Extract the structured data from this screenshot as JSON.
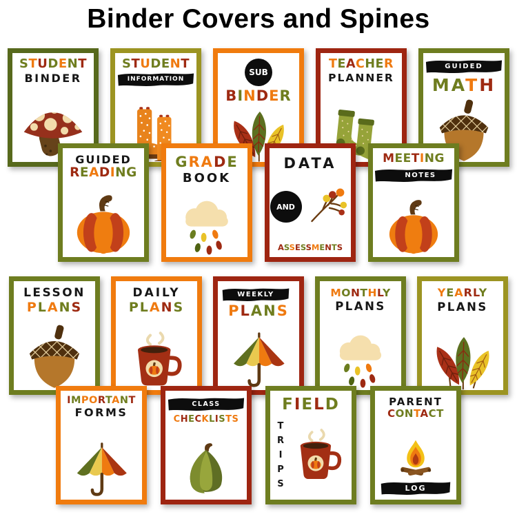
{
  "page_title": "Binder Covers and Spines",
  "palette": {
    "olive": "#6f7d1f",
    "orange": "#ef7a10",
    "darkred": "#9e2a12",
    "black_text": "#161616",
    "banner_black": "#0d0d0d",
    "border_olive_dark": "#57691c",
    "border_olive": "#6e7d20",
    "border_olive_light": "#9c9422",
    "border_orange": "#f07b0e",
    "border_darkred": "#9e2511",
    "cream": "#f2dcab",
    "brown": "#5f3a14",
    "tan": "#b5772b",
    "yellow": "#e9c227"
  },
  "rows": [
    {
      "cards": [
        {
          "id": "student-binder",
          "border": "border_olive_dark",
          "illustration": "mushroom",
          "lines": [
            {
              "style": "multi",
              "word": "STUDENT",
              "colors": [
                "olive",
                "orange",
                "darkred",
                "olive",
                "orange",
                "olive",
                "darkred"
              ]
            },
            {
              "style": "plain",
              "text": "BINDER"
            }
          ]
        },
        {
          "id": "student-information",
          "border": "border_olive_light",
          "illustration": "boots",
          "lines": [
            {
              "style": "multi",
              "word": "STUDENT",
              "colors": [
                "olive",
                "darkred",
                "orange",
                "olive",
                "olive",
                "orange",
                "darkred"
              ]
            },
            {
              "style": "banner",
              "text": "INFORMATION"
            }
          ]
        },
        {
          "id": "sub-binder",
          "border": "border_orange",
          "illustration": "autumn-leaves",
          "lines": [
            {
              "style": "circle",
              "text": "SUB"
            },
            {
              "style": "multi",
              "word": "BINDER",
              "colors": [
                "darkred",
                "olive",
                "orange",
                "darkred",
                "orange",
                "olive"
              ]
            }
          ]
        },
        {
          "id": "teacher-planner",
          "border": "border_darkred",
          "illustration": "socks",
          "lines": [
            {
              "style": "multi",
              "word": "TEACHER",
              "colors": [
                "orange",
                "olive",
                "darkred",
                "orange",
                "olive",
                "olive",
                "orange"
              ]
            },
            {
              "style": "plain",
              "text": "PLANNER"
            }
          ]
        },
        {
          "id": "guided-math",
          "border": "border_olive",
          "illustration": "acorn",
          "lines": [
            {
              "style": "banner",
              "text": "GUIDED"
            },
            {
              "style": "multi",
              "word": "MATH",
              "colors": [
                "olive",
                "olive",
                "orange",
                "darkred"
              ]
            }
          ]
        }
      ]
    },
    {
      "cards": [
        {
          "id": "guided-reading",
          "border": "border_olive",
          "illustration": "pumpkin",
          "lines": [
            {
              "style": "plain",
              "text": "GUIDED"
            },
            {
              "style": "multi",
              "word": "READING",
              "colors": [
                "darkred",
                "olive",
                "orange",
                "darkred",
                "orange",
                "olive",
                "olive"
              ]
            }
          ]
        },
        {
          "id": "grade-book",
          "border": "border_orange",
          "illustration": "rain-cloud",
          "lines": [
            {
              "style": "multi",
              "word": "GRADE",
              "colors": [
                "olive",
                "orange",
                "orange",
                "darkred",
                "olive"
              ]
            },
            {
              "style": "plain",
              "text": "BOOK"
            }
          ]
        },
        {
          "id": "data-assessments",
          "border": "border_darkred",
          "illustration": "berry-branch",
          "and_label": "AND",
          "lines": [
            {
              "style": "plain",
              "text": "DATA"
            }
          ],
          "bottom": [
            {
              "style": "multi",
              "word": "ASSESSMENTS",
              "colors": [
                "darkred",
                "olive",
                "orange",
                "darkred",
                "olive",
                "darkred",
                "orange",
                "olive",
                "darkred",
                "olive",
                "darkred"
              ]
            }
          ]
        },
        {
          "id": "meeting-notes",
          "border": "border_olive",
          "illustration": "pumpkin",
          "lines": [
            {
              "style": "multi",
              "word": "MEETING",
              "colors": [
                "darkred",
                "olive",
                "olive",
                "darkred",
                "orange",
                "olive",
                "olive"
              ]
            },
            {
              "style": "banner",
              "text": "NOTES"
            }
          ]
        }
      ]
    },
    {
      "cards": [
        {
          "id": "lesson-plans",
          "border": "border_olive",
          "illustration": "acorn",
          "lines": [
            {
              "style": "plain",
              "text": "LESSON"
            },
            {
              "style": "multi",
              "word": "PLANS",
              "colors": [
                "orange",
                "olive",
                "orange",
                "olive",
                "darkred"
              ]
            }
          ]
        },
        {
          "id": "daily-plans",
          "border": "border_orange",
          "illustration": "coffee-mug",
          "lines": [
            {
              "style": "plain",
              "text": "DAILY"
            },
            {
              "style": "multi",
              "word": "PLANS",
              "colors": [
                "olive",
                "olive",
                "orange",
                "darkred",
                "olive"
              ]
            }
          ]
        },
        {
          "id": "weekly-plans",
          "border": "border_darkred",
          "illustration": "umbrella",
          "lines": [
            {
              "style": "banner",
              "text": "WEEKLY"
            },
            {
              "style": "multi",
              "word": "PLANS",
              "colors": [
                "orange",
                "darkred",
                "olive",
                "olive",
                "orange"
              ]
            }
          ]
        },
        {
          "id": "monthly-plans",
          "border": "border_olive",
          "illustration": "rain-cloud",
          "lines": [
            {
              "style": "multi",
              "word": "MONTHLY",
              "colors": [
                "orange",
                "olive",
                "darkred",
                "olive",
                "orange",
                "darkred",
                "olive"
              ]
            },
            {
              "style": "plain",
              "text": "PLANS"
            }
          ]
        },
        {
          "id": "yearly-plans",
          "border": "border_olive_light",
          "illustration": "autumn-leaves",
          "lines": [
            {
              "style": "multi",
              "word": "YEARLY",
              "colors": [
                "orange",
                "olive",
                "orange",
                "darkred",
                "darkred",
                "olive"
              ]
            },
            {
              "style": "plain",
              "text": "PLANS"
            }
          ]
        }
      ]
    },
    {
      "cards": [
        {
          "id": "important-forms",
          "border": "border_orange",
          "illustration": "umbrella",
          "lines": [
            {
              "style": "multi",
              "word": "IMPORTANT",
              "colors": [
                "darkred",
                "olive",
                "orange",
                "orange",
                "darkred",
                "olive",
                "orange",
                "olive",
                "darkred"
              ]
            },
            {
              "style": "plain",
              "text": "FORMS"
            }
          ]
        },
        {
          "id": "class-checklists",
          "border": "border_darkred",
          "illustration": "gourd",
          "lines": [
            {
              "style": "banner",
              "text": "CLASS"
            },
            {
              "style": "multi",
              "word": "CHECKLISTS",
              "colors": [
                "orange",
                "darkred",
                "olive",
                "darkred",
                "orange",
                "olive",
                "darkred",
                "olive",
                "orange",
                "orange"
              ]
            }
          ]
        },
        {
          "id": "field-trips",
          "border": "border_olive",
          "illustration": "coffee-mug",
          "side_word": {
            "text": "TRIPS"
          },
          "lines": [
            {
              "style": "multi",
              "word": "FIELD",
              "colors": [
                "olive",
                "darkred",
                "olive",
                "darkred",
                "olive"
              ]
            }
          ]
        },
        {
          "id": "parent-contact-log",
          "border": "border_olive",
          "illustration": "campfire",
          "lines": [
            {
              "style": "plain",
              "text": "PARENT"
            },
            {
              "style": "multi",
              "word": "CONTACT",
              "colors": [
                "darkred",
                "olive",
                "olive",
                "orange",
                "darkred",
                "olive",
                "olive"
              ]
            }
          ],
          "bottom": [
            {
              "style": "banner",
              "text": "LOG"
            }
          ]
        }
      ]
    }
  ]
}
